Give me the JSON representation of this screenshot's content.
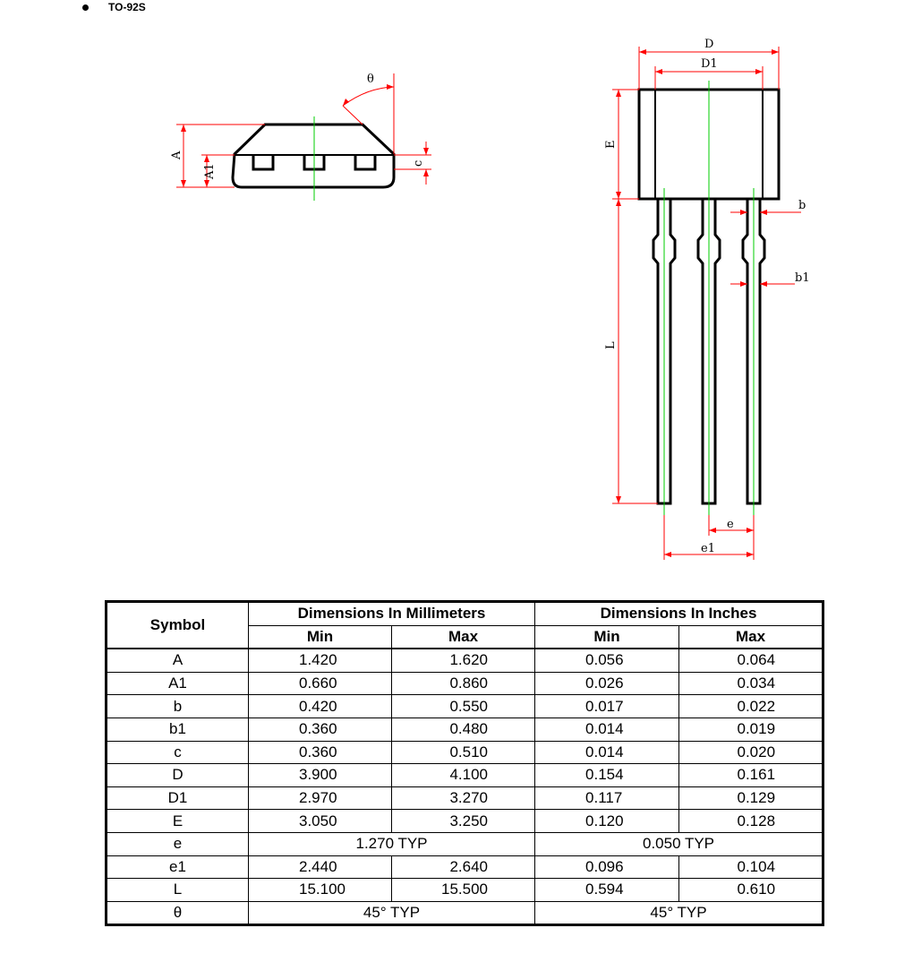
{
  "package": {
    "bullet_label": "TO-92S"
  },
  "side_view": {
    "labels": {
      "A": "A",
      "A1": "A1",
      "c": "c",
      "theta": "θ"
    }
  },
  "front_view": {
    "labels": {
      "D": "D",
      "D1": "D1",
      "E": "E",
      "b": "b",
      "b1": "b1",
      "L": "L",
      "e": "e",
      "e1": "e1"
    }
  },
  "colors": {
    "dimension_line": "#ff0000",
    "centerline": "#00cc00",
    "outline": "#000000"
  },
  "table": {
    "symbol_header": "Symbol",
    "mm_header": "Dimensions In Millimeters",
    "in_header": "Dimensions In Inches",
    "min_label": "Min",
    "max_label": "Max",
    "rows": [
      {
        "symbol": "A",
        "mm_min": "1.420",
        "mm_max": "1.620",
        "in_min": "0.056",
        "in_max": "0.064"
      },
      {
        "symbol": "A1",
        "mm_min": "0.660",
        "mm_max": "0.860",
        "in_min": "0.026",
        "in_max": "0.034"
      },
      {
        "symbol": "b",
        "mm_min": "0.420",
        "mm_max": "0.550",
        "in_min": "0.017",
        "in_max": "0.022"
      },
      {
        "symbol": "b1",
        "mm_min": "0.360",
        "mm_max": "0.480",
        "in_min": "0.014",
        "in_max": "0.019"
      },
      {
        "symbol": "c",
        "mm_min": "0.360",
        "mm_max": "0.510",
        "in_min": "0.014",
        "in_max": "0.020"
      },
      {
        "symbol": "D",
        "mm_min": "3.900",
        "mm_max": "4.100",
        "in_min": "0.154",
        "in_max": "0.161"
      },
      {
        "symbol": "D1",
        "mm_min": "2.970",
        "mm_max": "3.270",
        "in_min": "0.117",
        "in_max": "0.129"
      },
      {
        "symbol": "E",
        "mm_min": "3.050",
        "mm_max": "3.250",
        "in_min": "0.120",
        "in_max": "0.128"
      },
      {
        "symbol": "e",
        "mm_typ": "1.270 TYP",
        "in_typ": "0.050 TYP"
      },
      {
        "symbol": "e1",
        "mm_min": "2.440",
        "mm_max": "2.640",
        "in_min": "0.096",
        "in_max": "0.104"
      },
      {
        "symbol": "L",
        "mm_min": "15.100",
        "mm_max": "15.500",
        "in_min": "0.594",
        "in_max": "0.610"
      },
      {
        "symbol": "θ",
        "mm_typ": "45° TYP",
        "in_typ": "45° TYP"
      }
    ]
  }
}
